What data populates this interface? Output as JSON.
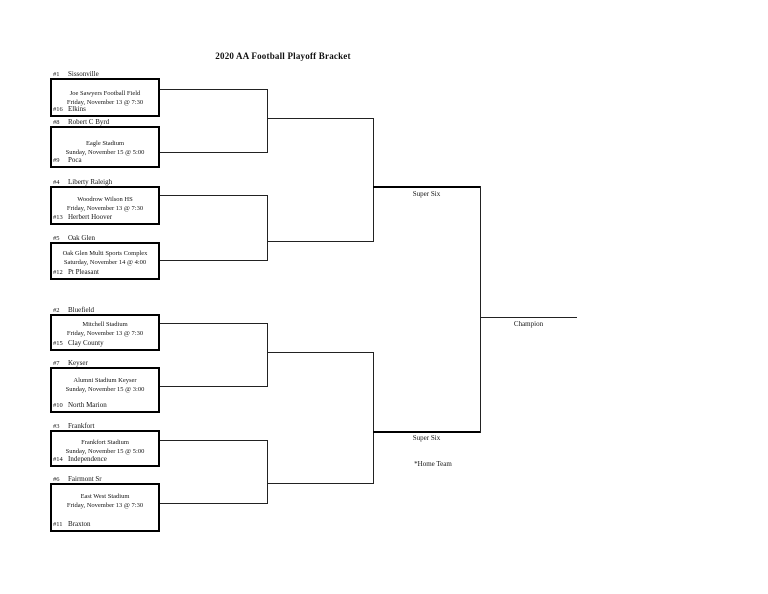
{
  "title": "2020 AA Football Playoff Bracket",
  "round_labels": {
    "super_six_top": "Super Six",
    "super_six_bottom": "Super Six",
    "champion": "Champion",
    "home_team_note": "*Home Team"
  },
  "matchups": [
    {
      "top_seed": "#1",
      "top_team": "Sissonville",
      "venue": "Joe Sawyers Football Field",
      "datetime": "Friday, November 13 @ 7:30",
      "bottom_seed": "#16",
      "bottom_team": "Elkins"
    },
    {
      "top_seed": "#8",
      "top_team": "Robert C Byrd",
      "venue": "Eagle Stadium",
      "datetime": "Sunday, November 15 @ 5:00",
      "bottom_seed": "#9",
      "bottom_team": "Poca"
    },
    {
      "top_seed": "#4",
      "top_team": "Liberty Raleigh",
      "venue": "Woodrow Wilson HS",
      "datetime": "Friday, November 13 @ 7:30",
      "bottom_seed": "#13",
      "bottom_team": "Herbert Hoover"
    },
    {
      "top_seed": "#5",
      "top_team": "Oak Glen",
      "venue": "Oak Glen Multi Sports Complex",
      "datetime": "Saturday, November 14 @ 4:00",
      "bottom_seed": "#12",
      "bottom_team": "Pt Pleasant"
    },
    {
      "top_seed": "#2",
      "top_team": "Bluefield",
      "venue": "Mitchell Stadium",
      "datetime": "Friday, November 13 @ 7:30",
      "bottom_seed": "#15",
      "bottom_team": "Clay County"
    },
    {
      "top_seed": "#7",
      "top_team": "Keyser",
      "venue": "Alumni Stadium Keyser",
      "datetime": "Sunday, November 15 @ 3:00",
      "bottom_seed": "#10",
      "bottom_team": "North Marion"
    },
    {
      "top_seed": "#3",
      "top_team": "Frankfort",
      "venue": "Frankfort Stadium",
      "datetime": "Sunday, November 15 @ 5:00",
      "bottom_seed": "#14",
      "bottom_team": "Independence"
    },
    {
      "top_seed": "#6",
      "top_team": "Fairmont Sr",
      "venue": "East West Stadium",
      "datetime": "Friday, November 13 @ 7:30",
      "bottom_seed": "#11",
      "bottom_team": "Braxton"
    }
  ]
}
